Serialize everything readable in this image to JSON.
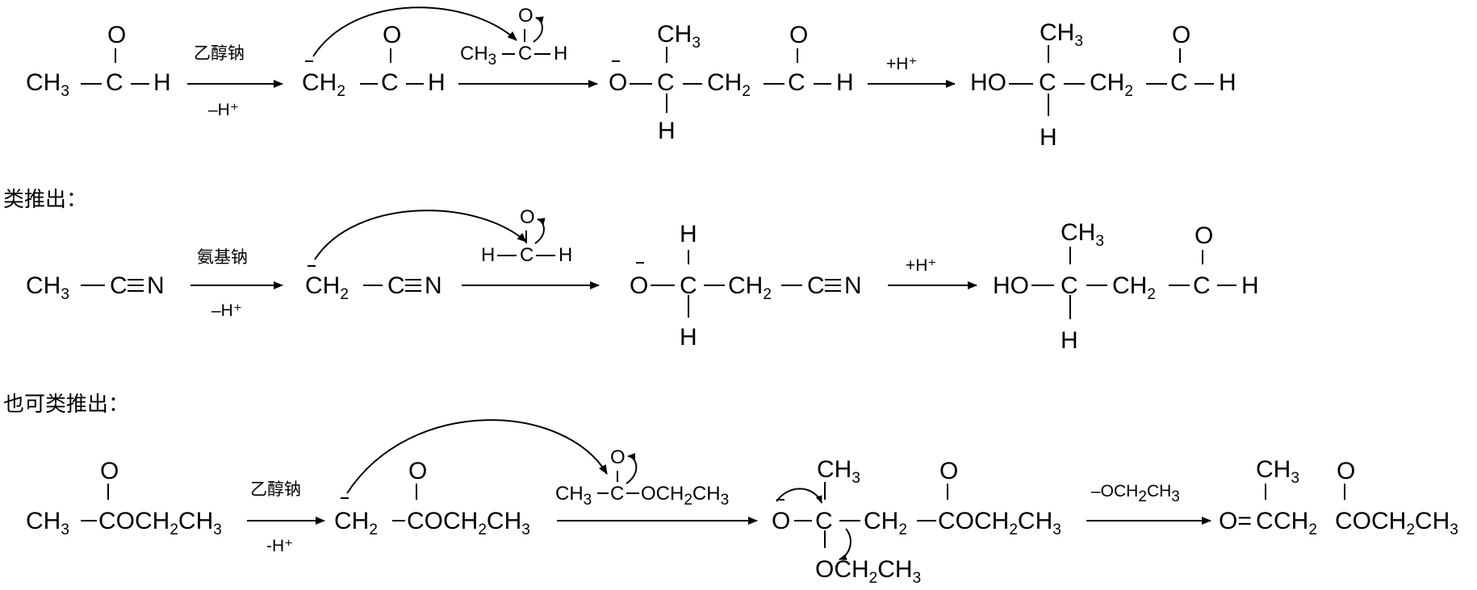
{
  "sections": [
    {
      "caption": ""
    },
    {
      "caption": "类推出："
    },
    {
      "caption": "也可类推出："
    }
  ],
  "reagents": {
    "r1_top": "乙醇钠",
    "r1_bottom": "–H⁺",
    "r1_acid": "+H⁺",
    "r2_top": "氨基钠",
    "r2_bottom": "–H⁺",
    "r2_acid": "+H⁺",
    "r3_top": "乙醇钠",
    "r3_bottom": "-H⁺",
    "r3_leave": "–OCH₂CH₃"
  },
  "atoms": {
    "CH3": "CH₃",
    "CH2": "CH₂",
    "C": "C",
    "H": "H",
    "O": "O",
    "N": "N",
    "HO": "HO",
    "COC2H5": "COCH₂CH₃",
    "OC2H5": "OCH₂CH₃",
    "O_eq": "O="
  }
}
